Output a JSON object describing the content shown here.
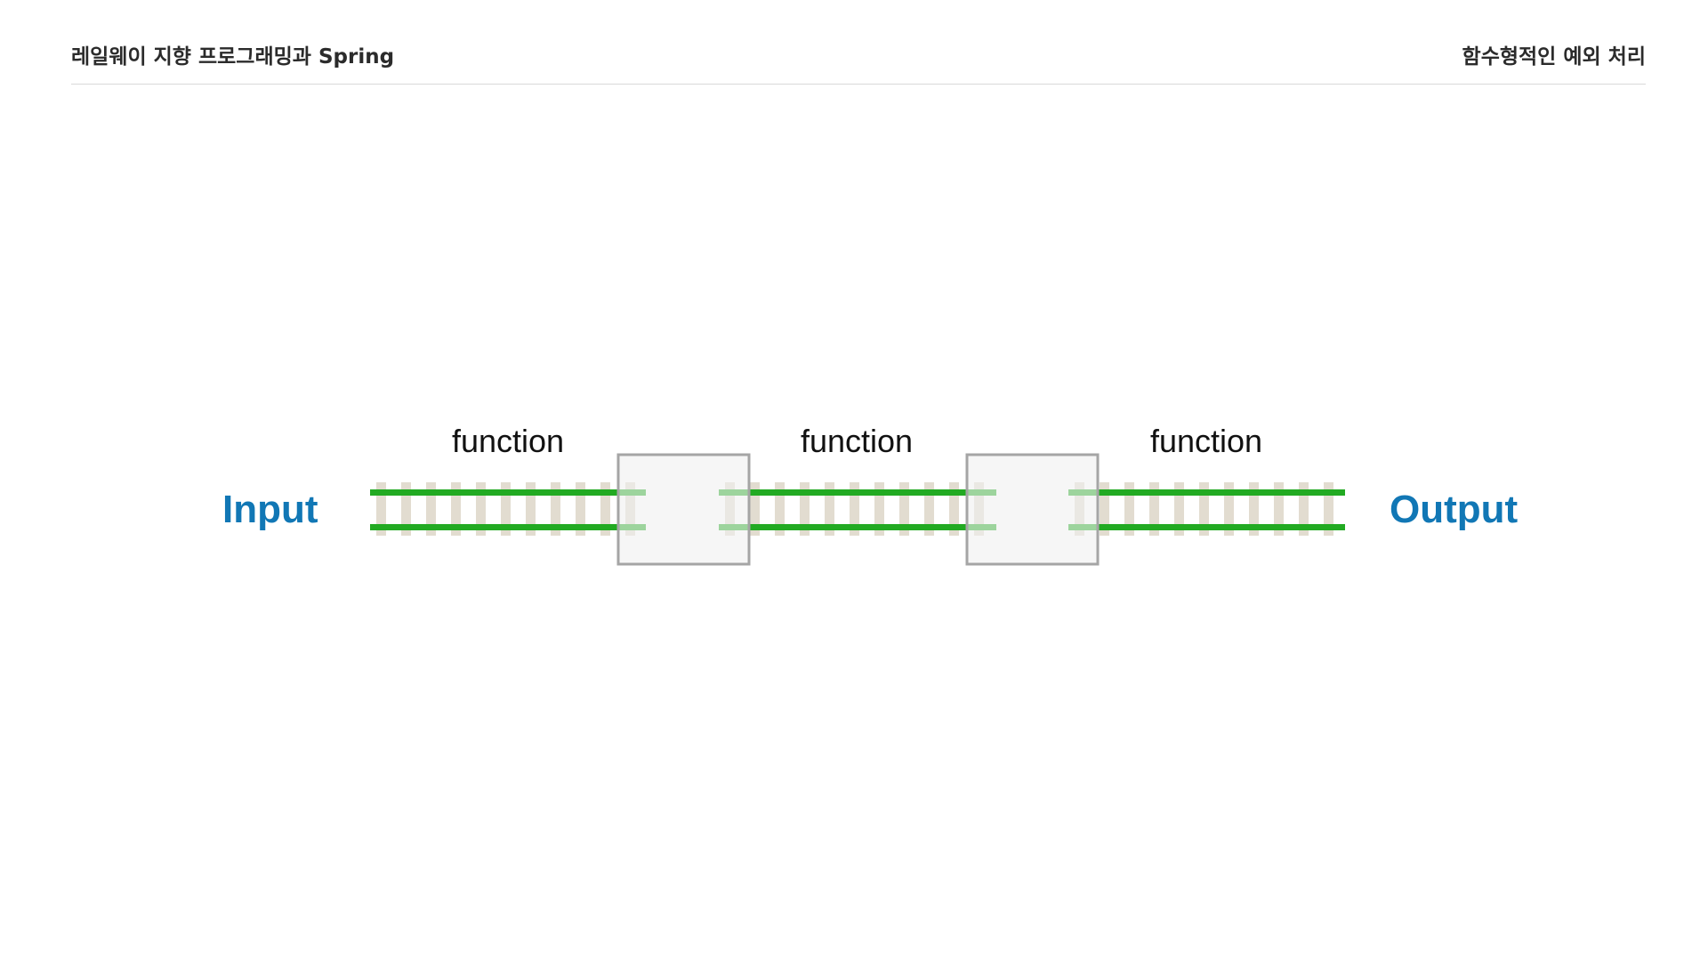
{
  "header": {
    "left_title": "레일웨이 지향 프로그래밍과 Spring",
    "right_title": "함수형적인 예외 처리"
  },
  "diagram": {
    "input_label": "Input",
    "output_label": "Output",
    "function_labels": [
      "function",
      "function",
      "function"
    ]
  },
  "colors": {
    "accent": "#1177b5",
    "rail": "#22aa22",
    "tie": "#e2dcd0",
    "box_fill": "#f0f0f0",
    "box_stroke": "#a5a5a5"
  }
}
